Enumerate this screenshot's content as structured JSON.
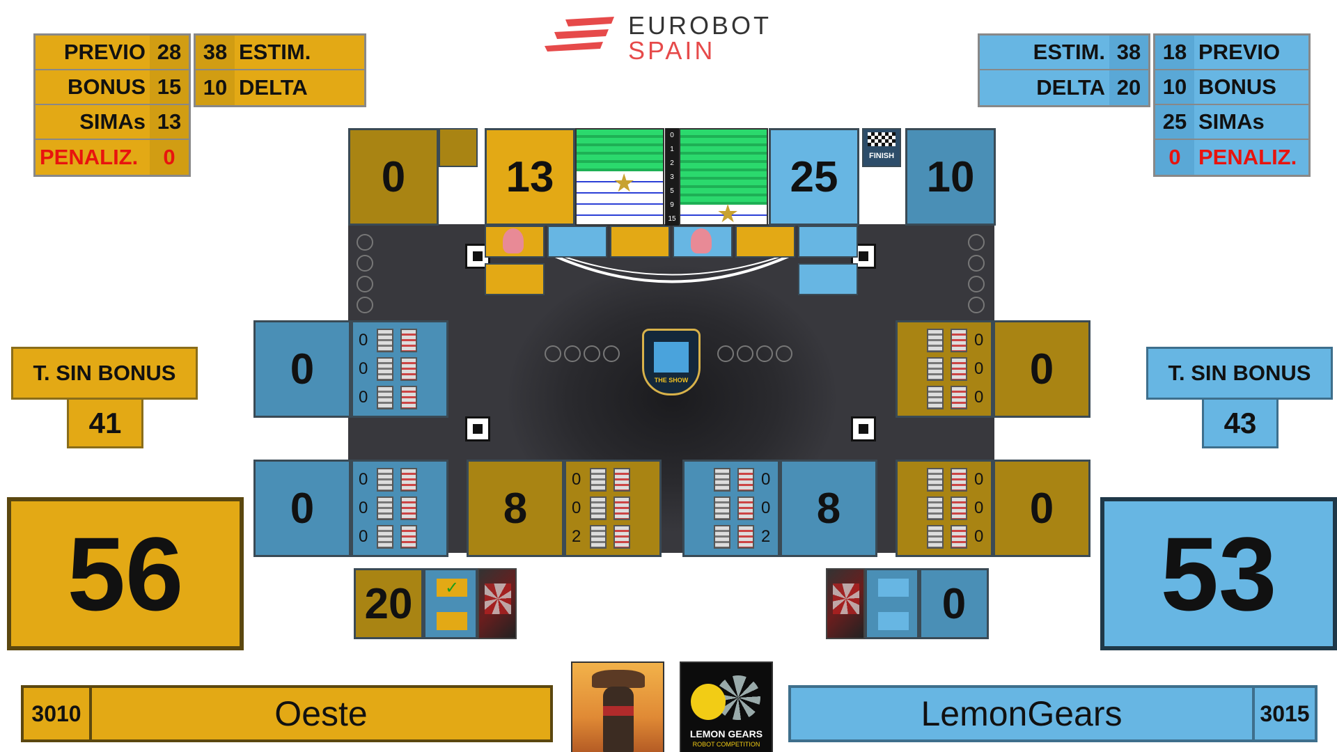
{
  "header": {
    "logo_line1": "EUROBOT",
    "logo_line2": "SPAIN"
  },
  "left_team": {
    "stats": {
      "previo_label": "PREVIO",
      "previo_value": "28",
      "bonus_label": "BONUS",
      "bonus_value": "15",
      "simas_label": "SIMAs",
      "simas_value": "13",
      "penal_label": "PENALIZ.",
      "penal_value": "0",
      "estim_value": "38",
      "estim_label": "ESTIM.",
      "delta_value": "10",
      "delta_label": "DELTA"
    },
    "sin_bonus_label": "T. SIN BONUS",
    "sin_bonus_value": "41",
    "total": "56",
    "number": "3010",
    "name": "Oeste",
    "top_score_a": "0",
    "top_score_b": "13",
    "side_box_upper": "0",
    "side_box_lower": "0",
    "bottom_center_score": "8",
    "end_score": "20",
    "shelves_upper": [
      "0",
      "0",
      "0"
    ],
    "shelves_lower": [
      "0",
      "0",
      "0"
    ],
    "shelves_center": [
      "0",
      "0",
      "2"
    ]
  },
  "right_team": {
    "stats": {
      "estim_label": "ESTIM.",
      "estim_value": "38",
      "delta_label": "DELTA",
      "delta_value": "20",
      "previo_value": "18",
      "previo_label": "PREVIO",
      "bonus_value": "10",
      "bonus_label": "BONUS",
      "simas_value": "25",
      "simas_label": "SIMAs",
      "penal_value": "0",
      "penal_label": "PENALIZ."
    },
    "sin_bonus_label": "T. SIN BONUS",
    "sin_bonus_value": "43",
    "total": "53",
    "number": "3015",
    "name": "LemonGears",
    "top_score_a": "25",
    "top_score_b": "10",
    "side_box_upper": "0",
    "side_box_lower": "0",
    "bottom_center_score": "8",
    "end_score": "0",
    "shelves_upper": [
      "0",
      "0",
      "0"
    ],
    "shelves_lower": [
      "0",
      "0",
      "0"
    ],
    "shelves_center": [
      "0",
      "0",
      "2"
    ]
  },
  "center": {
    "scale_ticks": [
      "0",
      "1",
      "2",
      "3",
      "5",
      "9",
      "15"
    ],
    "finish_label": "FINISH",
    "show_label": "THE SHOW",
    "lemon_line1": "LEMON GEARS",
    "lemon_line2": "ROBOT COMPETITION",
    "checkmark": "✓"
  },
  "colors": {
    "gold": "#e3a915",
    "gold_dark": "#a98413",
    "blue": "#67b6e3",
    "blue_dark": "#4a8fb6",
    "penalty_red": "#e8140e"
  }
}
